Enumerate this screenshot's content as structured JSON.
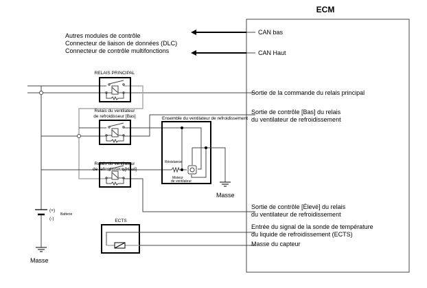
{
  "ecm": {
    "title": "ECM",
    "pins": {
      "can_low": "CAN bas",
      "can_high": "CAN Haut",
      "main_relay_out": "Sortie de la commande du relais principal",
      "low_relay_out_1": "Sortie de contrôle [Bas] du relais",
      "low_relay_out_2": "du ventilateur de refroidissement",
      "high_relay_out_1": "Sortie de contrôle [Élevé] du relais",
      "high_relay_out_2": "du ventilateur de refroidissement",
      "ects_in_1": "Entrée du signal de la sonde de température",
      "ects_in_2": "du liquide de refroidissement (ECTS)",
      "sensor_ground": "Masse du capteur"
    }
  },
  "can_targets": [
    "Autres modules de contrôle",
    "Connecteur de liaison de données (DLC)",
    "Connecteur de contrôle multifonctions"
  ],
  "components": {
    "main_relay": "RELAIS PRINCIPAL",
    "low_relay_1": "Relais du ventilateur",
    "low_relay_2": "de refroidisseur [Bas]",
    "high_relay_1": "Relais du ventilateur",
    "high_relay_2": "de refroidisseur [Haut]",
    "fan_assembly": "Ensemble du ventilateur de refroidissement",
    "resistance": "Résistance",
    "motor_1": "Moteur",
    "motor_2": "de ventilateur",
    "fan_ground": "Masse",
    "battery": "Batterie",
    "battery_plus": "(+)",
    "battery_minus": "(-)",
    "battery_ground": "Masse",
    "ects": "ECTS"
  }
}
